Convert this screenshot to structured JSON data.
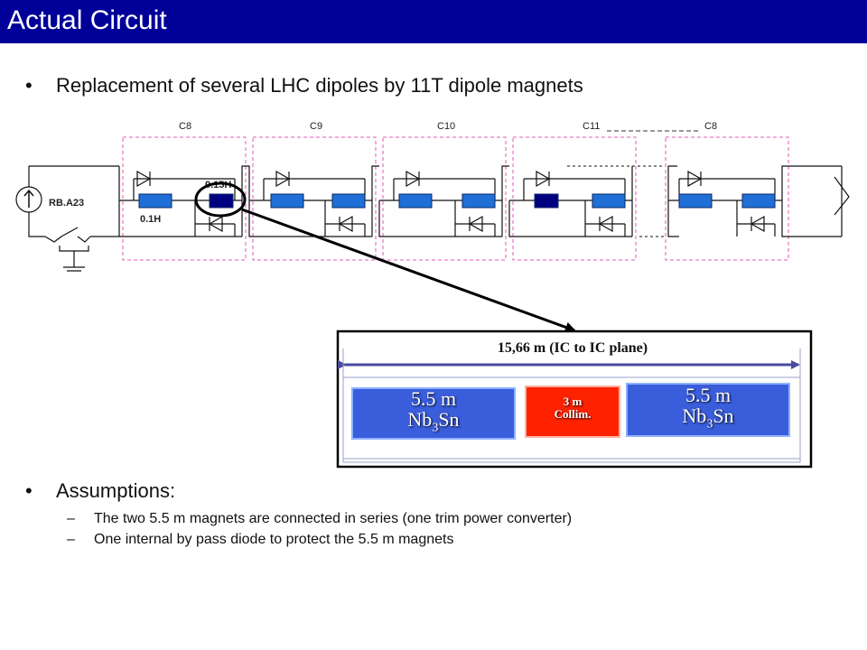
{
  "slide": {
    "title": "Actual Circuit",
    "bullet1": "Replacement of several LHC dipoles by 11T dipole magnets",
    "bullet2": "Assumptions:",
    "sub1": "The two 5.5 m magnets are connected in series (one trim power converter)",
    "sub2": "One internal by pass diode to protect the 5.5 m magnets",
    "bullet_char": "•",
    "dash_char": "–"
  },
  "circuit": {
    "source_label": "RB.A23",
    "cell_labels": [
      "C8",
      "C9",
      "C10",
      "C11",
      "C8"
    ],
    "inductance_a": "0.1H",
    "inductance_b": "0.15H"
  },
  "inset": {
    "length_label": "15,66 m (IC to IC plane)",
    "magnet_left": {
      "line1": "5.5 m",
      "line2_main": "Nb",
      "line2_sub": "3",
      "line2_end": "Sn"
    },
    "collimator": {
      "line1": "3 m",
      "line2": "Collim."
    },
    "magnet_right": {
      "line1": "5.5 m",
      "line2_main": "Nb",
      "line2_sub": "3",
      "line2_end": "Sn"
    }
  },
  "colors": {
    "title_bar": "#000099",
    "magnet_blue": "#1f6fd6",
    "magnet_dark": "#000080",
    "cell_border": "#e05ab4",
    "inset_magnet": "#3a5ddb",
    "collimator": "#ff2200",
    "arrow": "#4a4aa0"
  }
}
